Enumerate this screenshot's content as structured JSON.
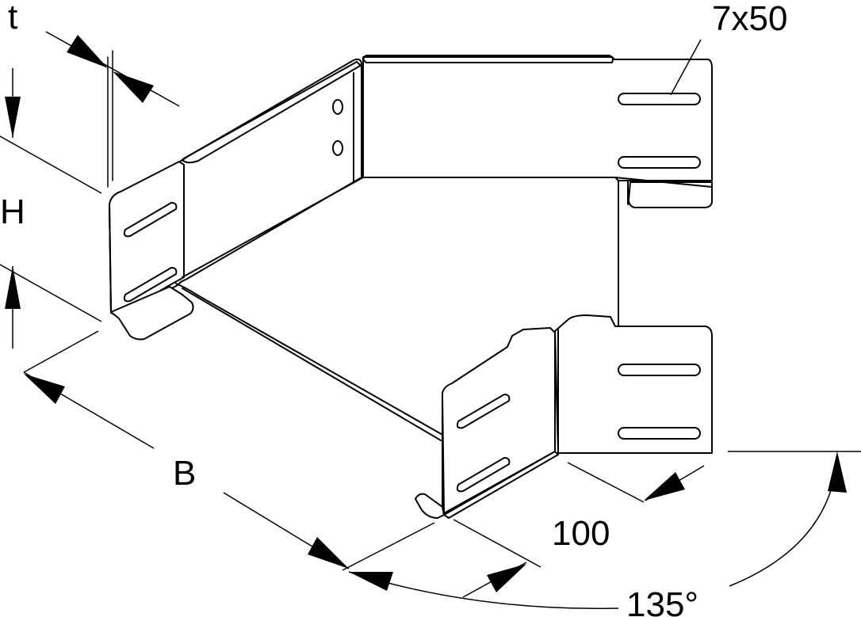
{
  "labels": {
    "thickness": "t",
    "height": "H",
    "width": "B",
    "slot_size": "7x50",
    "length": "100",
    "angle": "135°"
  }
}
